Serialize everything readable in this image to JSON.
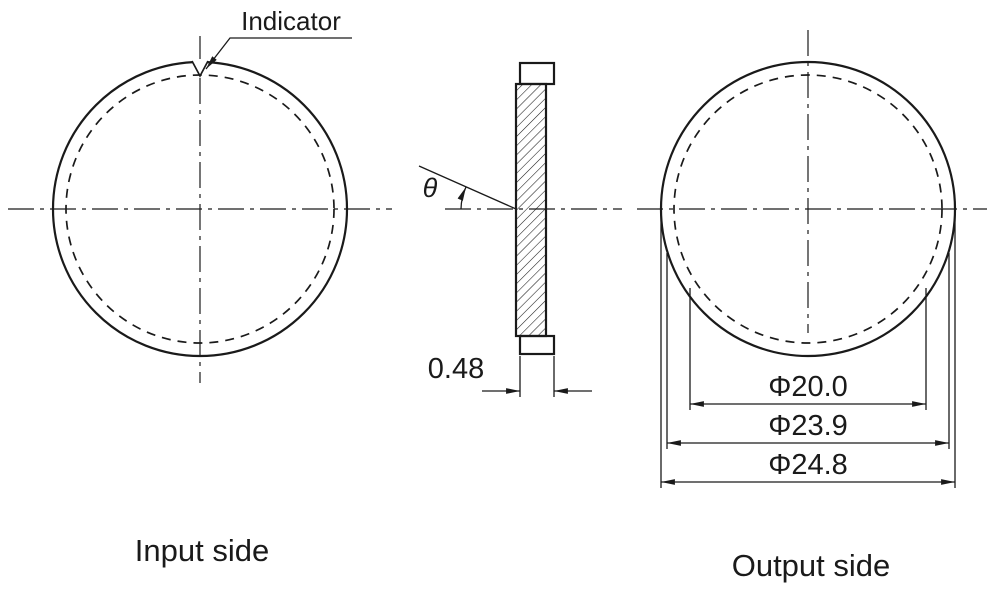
{
  "drawing": {
    "input_view": {
      "caption": "Input side",
      "indicator_label": "Indicator"
    },
    "side_view": {
      "angle_label": "θ",
      "thickness_dimension": "0.48"
    },
    "output_view": {
      "caption": "Output side",
      "diameter_dimensions": [
        "Φ20.0",
        "Φ23.9",
        "Φ24.8"
      ]
    },
    "colors": {
      "line": "#1a1a1a",
      "background": "#ffffff"
    }
  }
}
